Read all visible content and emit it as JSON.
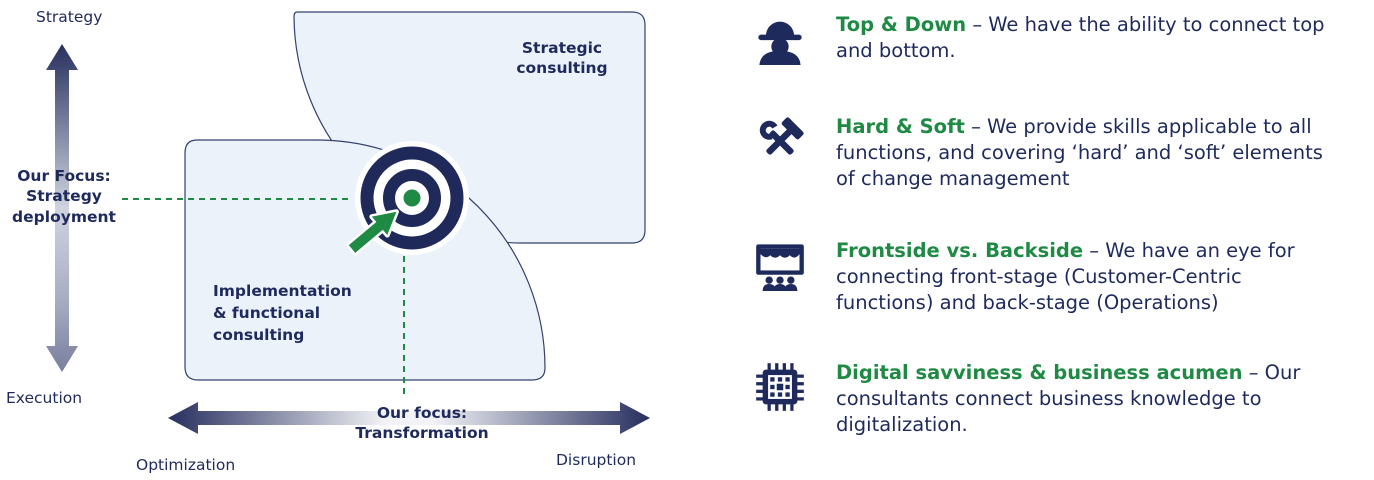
{
  "colors": {
    "navy": "#1f2a5c",
    "green": "#1f8a44",
    "shape_fill": "#ebf2fa",
    "shape_border": "#33406e"
  },
  "diagram": {
    "vertical_axis": {
      "top_label": "Strategy",
      "bottom_label": "Execution"
    },
    "horizontal_axis": {
      "left_label": "Optimization",
      "right_label": "Disruption"
    },
    "left_focus_label": "Our Focus: Strategy deployment",
    "center_focus_label": "Our focus: Transformation",
    "quadrants": {
      "strategic": "Strategic consulting",
      "implementation": "Implementation & functional consulting"
    }
  },
  "bullets": [
    {
      "icon": "construction-worker-icon",
      "title": "Top & Down",
      "text": "– We have the ability to connect top and bottom."
    },
    {
      "icon": "hammer-wrench-icon",
      "title": "Hard & Soft",
      "text": "– We provide skills applicable to all functions, and covering ‘hard’ and ‘soft’ elements of change management"
    },
    {
      "icon": "stage-audience-icon",
      "title": "Frontside vs. Backside",
      "text": "– We have an eye for connecting front-stage (Customer-Centric functions) and back-stage (Operations)"
    },
    {
      "icon": "microchip-icon",
      "title": "Digital savviness & business acumen",
      "text": "– Our consultants connect business knowledge to digitalization."
    }
  ]
}
